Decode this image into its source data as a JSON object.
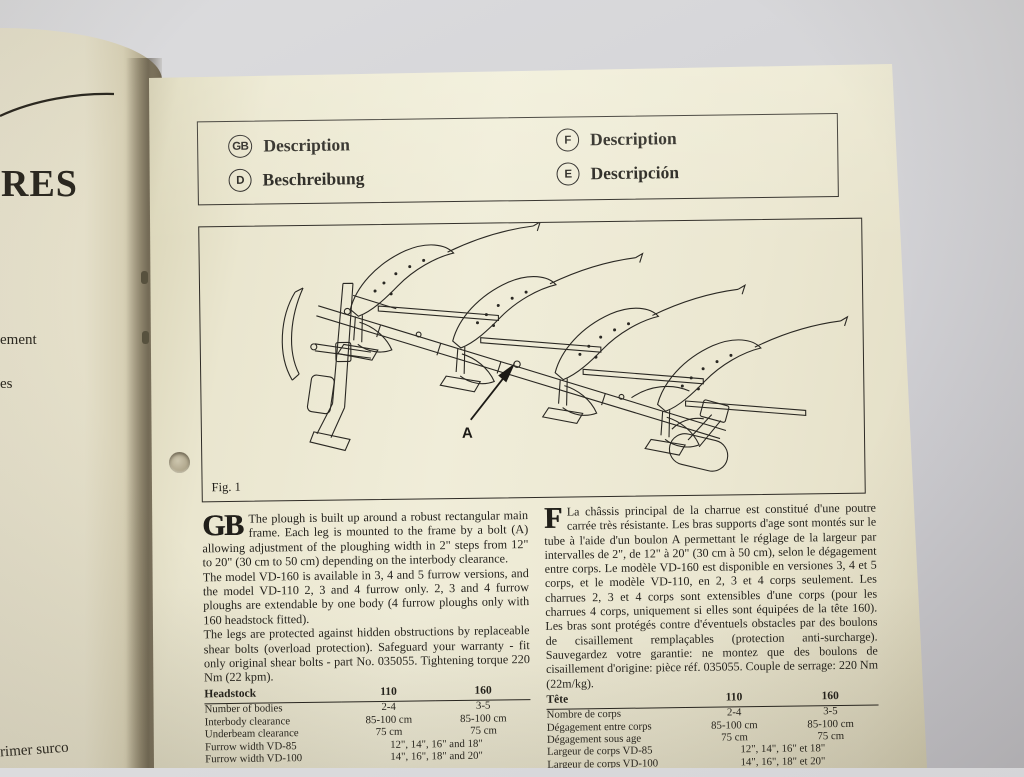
{
  "colors": {
    "paper": "#efecd8",
    "paper_left": "#e4dfc9",
    "ink": "#211f1a",
    "backdrop": "#d2d2d5"
  },
  "left_page": {
    "partial_title": "RES",
    "partial_items": [
      "ement",
      "es",
      "rimer surco"
    ]
  },
  "header_box": {
    "entries": [
      {
        "badge": "GB",
        "label": "Description"
      },
      {
        "badge": "D",
        "label": "Beschreibung"
      },
      {
        "badge": "F",
        "label": "Description"
      },
      {
        "badge": "E",
        "label": "Descripción"
      }
    ]
  },
  "figure": {
    "caption": "Fig. 1",
    "callout_label": "A"
  },
  "gb_section": {
    "lead": "GB",
    "paragraphs": [
      "The plough is built up around a robust rectangular main frame. Each leg is mounted to the frame by a bolt (A) allowing adjustment of the ploughing width in 2\" steps from 12\" to 20\" (30 cm to 50 cm) depending on the interbody clearance.",
      "The model VD-160 is available in 3, 4 and 5 furrow versions, and the model VD-110 2, 3 and 4 furrow only. 2, 3 and 4 furrow ploughs are extendable by one body (4 furrow ploughs only with 160 headstock fitted).",
      "The legs are protected against hidden obstructions by replaceable shear bolts (overload protection). Safeguard your warranty - fit only original shear bolts - part No. 035055. Tightening torque 220 Nm (22 kpm)."
    ],
    "table": {
      "header_label": "Headstock",
      "col1": "110",
      "col2": "160",
      "rows": [
        {
          "label": "Number of bodies",
          "c1": "2-4",
          "c2": "3-5"
        },
        {
          "label": "Interbody clearance",
          "c1": "85-100 cm",
          "c2": "85-100 cm"
        },
        {
          "label": "Underbeam clearance",
          "c1": "75 cm",
          "c2": "75 cm"
        },
        {
          "label": "Furrow width VD-85",
          "span": "12\", 14\", 16\" and 18\""
        },
        {
          "label": "Furrow width VD-100",
          "span": "14\", 16\", 18\" and 20\""
        }
      ]
    }
  },
  "f_section": {
    "lead": "F",
    "paragraphs": [
      "La châssis principal de la charrue est constitué d'une poutre carrée très résistante. Les bras supports d'age sont montés sur le tube à l'aide d'un boulon A permettant le réglage de la largeur par intervalles de 2\", de 12\" à 20\" (30 cm à 50 cm), selon le dégagement entre corps. Le modèle VD-160 est disponible en versiones 3, 4 et 5 corps, et le modèle VD-110, en 2, 3 et 4 corps seulement. Les charrues 2, 3 et 4 corps sont extensibles d'une corps (pour les charrues 4 corps, uniquement si elles sont équipées de la tête 160). Les bras sont protégés contre d'éventuels obstacles par des boulons de cisaillement remplaçables (protection anti-surcharge). Sauvegardez votre garantie: ne montez que des boulons de cisaillement d'origine: pièce réf. 035055. Couple de serrage: 220 Nm (22m/kg)."
    ],
    "table": {
      "header_label": "Tête",
      "col1": "110",
      "col2": "160",
      "rows": [
        {
          "label": "Nombre de corps",
          "c1": "2-4",
          "c2": "3-5"
        },
        {
          "label": "Dégagement entre corps",
          "c1": "85-100 cm",
          "c2": "85-100 cm"
        },
        {
          "label": "Dégagement sous age",
          "c1": "75 cm",
          "c2": "75 cm"
        },
        {
          "label": "Largeur de corps VD-85",
          "span": "12\", 14\", 16\" et 18\""
        },
        {
          "label": "Largeur de corps VD-100",
          "span": "14\", 16\", 18\" et 20\""
        }
      ]
    }
  }
}
